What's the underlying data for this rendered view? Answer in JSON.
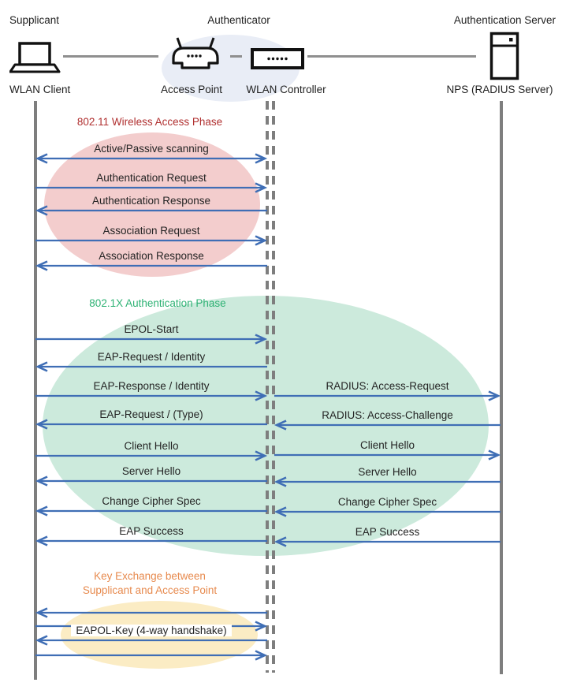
{
  "diagram": {
    "entities": {
      "supplicant": {
        "role": "Supplicant",
        "device": "WLAN Client",
        "icon": "laptop-icon"
      },
      "authenticator": {
        "role": "Authenticator",
        "devices": [
          {
            "label": "Access Point",
            "icon": "wireless-router-icon"
          },
          {
            "label": "WLAN Controller",
            "icon": "switch-icon"
          }
        ]
      },
      "auth_server": {
        "role": "Authentication Server",
        "device": "NPS (RADIUS Server)",
        "icon": "server-icon"
      }
    }
  },
  "phases": [
    {
      "title": "802.11 Wireless Access Phase",
      "title_color": "#B02F2F",
      "ellipse_color": "#F3CDCD",
      "messages": [
        {
          "label": "Active/Passive scanning",
          "direction": "both"
        },
        {
          "label": "Authentication Request",
          "direction": "right"
        },
        {
          "label": "Authentication Response",
          "direction": "left"
        },
        {
          "label": "Association Request",
          "direction": "right"
        },
        {
          "label": "Association Response",
          "direction": "left"
        }
      ]
    },
    {
      "title": "802.1X Authentication Phase",
      "title_color": "#2EB274",
      "ellipse_color": "#CCEADC",
      "messages_left": [
        {
          "label": "EPOL-Start",
          "direction": "right"
        },
        {
          "label": "EAP-Request / Identity",
          "direction": "left"
        },
        {
          "label": "EAP-Response / Identity",
          "direction": "right"
        },
        {
          "label": "EAP-Request / (Type)",
          "direction": "left"
        },
        {
          "label": "Client Hello",
          "direction": "right"
        },
        {
          "label": "Server Hello",
          "direction": "left"
        },
        {
          "label": "Change Cipher Spec",
          "direction": "left"
        },
        {
          "label": "EAP Success",
          "direction": "left"
        }
      ],
      "messages_right": [
        {
          "label": "RADIUS: Access-Request",
          "direction": "right"
        },
        {
          "label": "RADIUS: Access-Challenge",
          "direction": "left"
        },
        {
          "label": "Client Hello",
          "direction": "right"
        },
        {
          "label": "Server Hello",
          "direction": "left"
        },
        {
          "label": "Change Cipher Spec",
          "direction": "left"
        },
        {
          "label": "EAP Success",
          "direction": "left"
        }
      ]
    },
    {
      "title_lines": [
        "Key Exchange between",
        "Supplicant and Access Point"
      ],
      "title_color": "#E78A4E",
      "ellipse_color": "#FBECC4",
      "messages": [
        {
          "label": "",
          "direction": "left"
        },
        {
          "label": "",
          "direction": "right"
        },
        {
          "label": "EAPOL-Key (4-way handshake)",
          "direction": "left",
          "boxed": true
        },
        {
          "label": "",
          "direction": "right"
        }
      ]
    }
  ],
  "colors": {
    "arrow": "#3F6EB5",
    "lifeline": "#7E7E7E",
    "authenticator_ellipse": "#E9EDF6",
    "phase1_fill": "#F3CDCD",
    "phase2_fill": "#CCEADC",
    "phase3_fill": "#FBECC4",
    "icon_stroke": "#111111",
    "text": "#242424"
  }
}
